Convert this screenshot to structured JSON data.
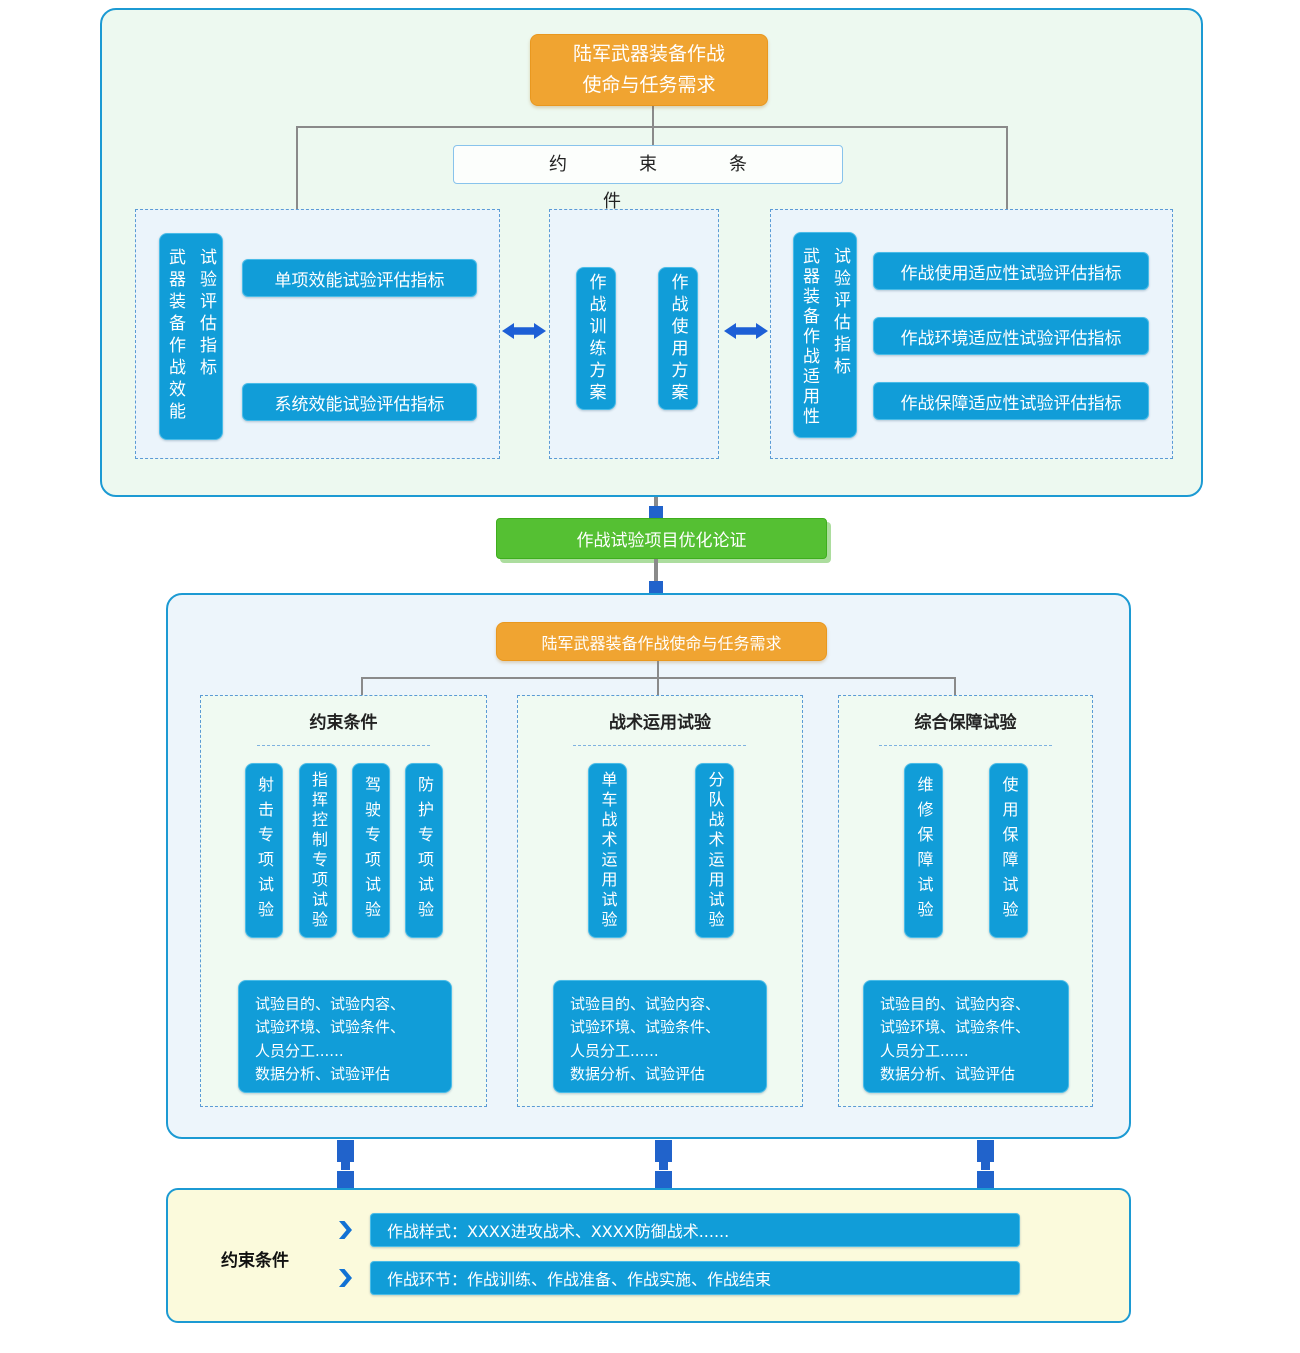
{
  "top_panel": {
    "mission_box": "陆军武器装备作战\n使命与任务需求",
    "constraint_strip": "约束条件",
    "effectiveness": {
      "label_main": "武器装备作战效能",
      "label_sub": "试验评估指标",
      "items": [
        "单项效能试验评估指标",
        "系统效能试验评估指标"
      ]
    },
    "plans": [
      "作战训练方案",
      "作战使用方案"
    ],
    "suitability": {
      "label_main": "武器装备作战适用性",
      "label_sub": "试验评估指标",
      "items": [
        "作战使用适应性试验评估指标",
        "作战环境适应性试验评估指标",
        "作战保障适应性试验评估指标"
      ]
    }
  },
  "optimize_box": "作战试验项目优化论证",
  "middle_panel": {
    "mission_box": "陆军武器装备作战使命与任务需求",
    "columns": [
      {
        "title": "约束条件",
        "tests": [
          "射击专项试验",
          "指挥控制专项试验",
          "驾驶专项试验",
          "防护专项试验"
        ],
        "details": "试验目的、试验内容、\n试验环境、试验条件、\n人员分工......\n数据分析、试验评估"
      },
      {
        "title": "战术运用试验",
        "tests": [
          "单车战术运用试验",
          "分队战术运用试验"
        ],
        "details": "试验目的、试验内容、\n试验环境、试验条件、\n人员分工......\n数据分析、试验评估"
      },
      {
        "title": "综合保障试验",
        "tests": [
          "维修保障试验",
          "使用保障试验"
        ],
        "details": "试验目的、试验内容、\n试验环境、试验条件、\n人员分工......\n数据分析、试验评估"
      }
    ]
  },
  "bottom_panel": {
    "label": "约束条件",
    "rows": [
      "作战样式：XXXX进攻战术、XXXX防御战术......",
      "作战环节：作战训练、作战准备、作战实施、作战结束"
    ]
  },
  "colors": {
    "accent_blue": "#119dd8",
    "panel_border": "#1c9ad3",
    "orange": "#f0a431",
    "green": "#55c033",
    "node_blue": "#2163cb",
    "gray_line": "#8a8a8a"
  }
}
